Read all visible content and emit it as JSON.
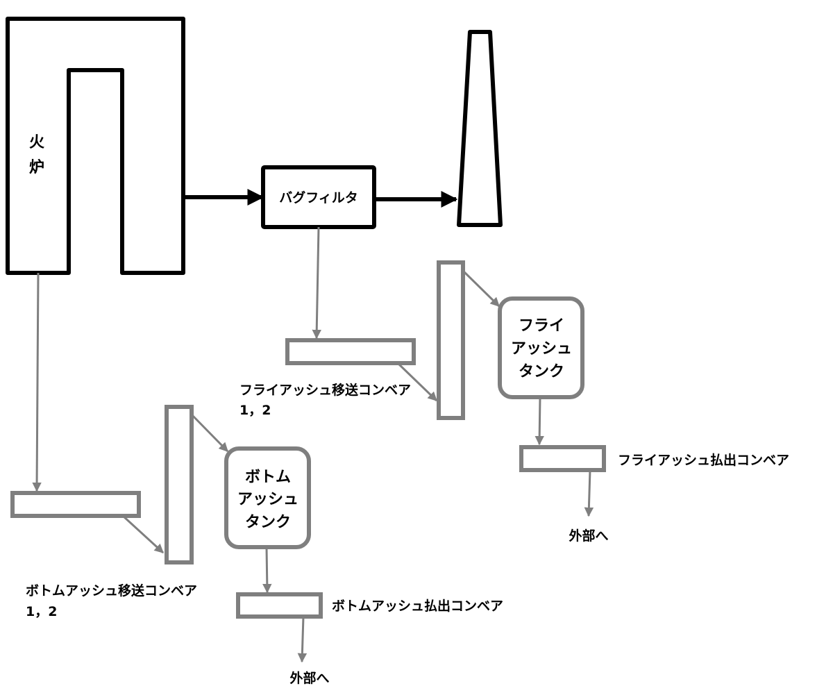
{
  "colors": {
    "main_line": "#000000",
    "ash_line": "#7f7f7f",
    "background": "#ffffff"
  },
  "furnace": {
    "label_line1": "火",
    "label_line2": "炉"
  },
  "bag_filter": {
    "label": "バグフィルタ"
  },
  "stack": {
    "label": ""
  },
  "fly_ash": {
    "transfer_conveyor_line1": "フライアッシュ移送コンベア",
    "transfer_conveyor_line2": "1，2",
    "tank_line1": "フライ",
    "tank_line2": "アッシュ",
    "tank_line3": "タンク",
    "discharge_conveyor": "フライアッシュ払出コンベア",
    "outlet": "外部へ"
  },
  "bottom_ash": {
    "transfer_conveyor_line1": "ボトムアッシュ移送コンベア",
    "transfer_conveyor_line2": "1，2",
    "tank_line1": "ボトム",
    "tank_line2": "アッシュ",
    "tank_line3": "タンク",
    "discharge_conveyor": "ボトムアッシュ払出コンベア",
    "outlet": "外部へ"
  }
}
